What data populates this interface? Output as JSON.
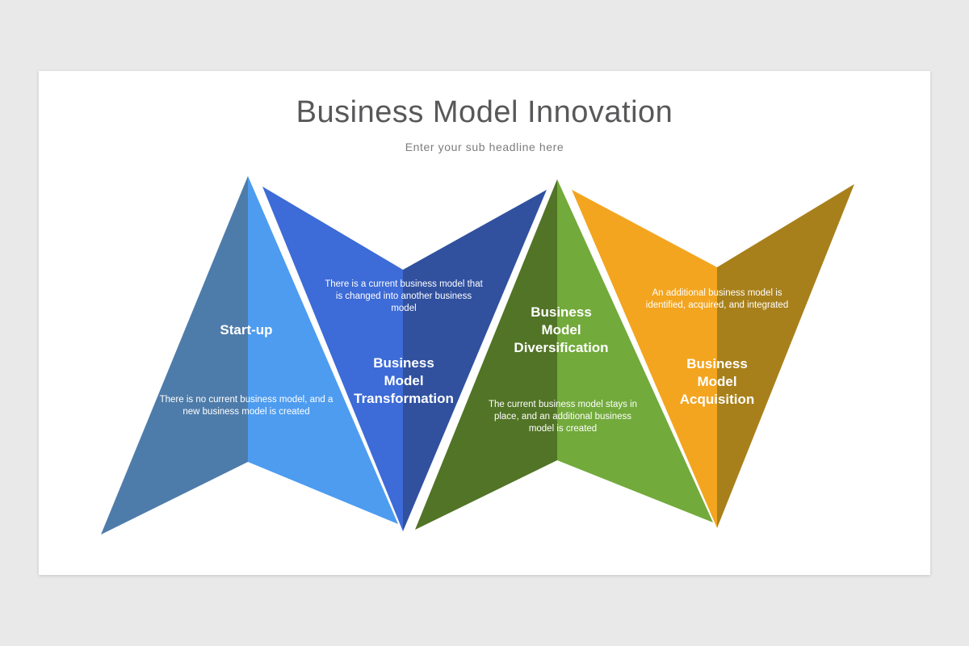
{
  "page": {
    "background": "#e9e9e9",
    "slide_background": "#ffffff"
  },
  "slide": {
    "title": "Business Model Innovation",
    "subtitle": "Enter your sub headline here",
    "title_color": "#58585a",
    "subtitle_color": "#7c7c7c"
  },
  "units": [
    {
      "id": "start-up",
      "heading": "Start-up",
      "heading_lines": [
        "Start-up"
      ],
      "description": "There is no current business model, and a new business model is created",
      "colors": {
        "left": "#4e7caa",
        "right": "#4d9cf0"
      }
    },
    {
      "id": "business-model-transformation",
      "heading": "Business Model Transformation",
      "heading_lines": [
        "Business",
        "Model",
        "Transformation"
      ],
      "description": "There is a current business model that is changed into another business model",
      "colors": {
        "left": "#3d6bd7",
        "right": "#31519f"
      }
    },
    {
      "id": "business-model-diversification",
      "heading": "Business Model Diversification",
      "heading_lines": [
        "Business",
        "Model",
        "Diversification"
      ],
      "description": "The current business model stays in place, and an additional business model is created",
      "colors": {
        "left": "#527426",
        "right": "#72aa3b"
      }
    },
    {
      "id": "business-model-acquisition",
      "heading": "Business Model Acquisition",
      "heading_lines": [
        "Business",
        "Model",
        "Acquisition"
      ],
      "description": "An additional business model is identified, acquired, and integrated",
      "colors": {
        "left": "#f3a51f",
        "right": "#a8801b"
      }
    }
  ]
}
